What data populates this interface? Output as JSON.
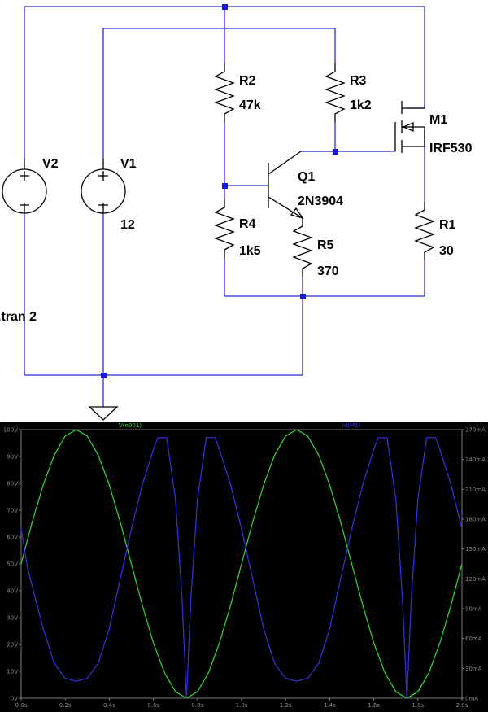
{
  "schematic": {
    "components": {
      "V2": {
        "name": "V2",
        "value": ""
      },
      "V1": {
        "name": "V1",
        "value": "12"
      },
      "R2": {
        "name": "R2",
        "value": "47k"
      },
      "R3": {
        "name": "R3",
        "value": "1k2"
      },
      "R4": {
        "name": "R4",
        "value": "1k5"
      },
      "R5": {
        "name": "R5",
        "value": "370"
      },
      "R1": {
        "name": "R1",
        "value": "30"
      },
      "Q1": {
        "name": "Q1",
        "value": "2N3904"
      },
      "M1": {
        "name": "M1",
        "value": "IRF530"
      }
    },
    "directive": ".tran 2"
  },
  "chart_data": {
    "type": "line",
    "x_ticks": [
      "0.0s",
      "0.2s",
      "0.4s",
      "0.6s",
      "0.8s",
      "1.0s",
      "1.2s",
      "1.4s",
      "1.6s",
      "1.8s",
      "2.0s"
    ],
    "xlim": [
      0,
      2.0
    ],
    "left_axis": {
      "ticks": [
        "0V",
        "10V",
        "20V",
        "30V",
        "40V",
        "50V",
        "60V",
        "70V",
        "80V",
        "90V",
        "100V"
      ],
      "ylim": [
        0,
        100
      ]
    },
    "right_axis": {
      "ticks": [
        "0mA",
        "30mA",
        "60mA",
        "90mA",
        "120mA",
        "150mA",
        "180mA",
        "210mA",
        "240mA",
        "270mA"
      ],
      "ylim": [
        0,
        270
      ]
    },
    "grid": false,
    "series": [
      {
        "name": "V(n001)",
        "axis": "left",
        "color": "#33dd33",
        "x": [
          0,
          0.05,
          0.1,
          0.15,
          0.2,
          0.25,
          0.3,
          0.35,
          0.4,
          0.45,
          0.5,
          0.55,
          0.6,
          0.65,
          0.7,
          0.75,
          0.8,
          0.85,
          0.9,
          0.95,
          1.0,
          1.05,
          1.1,
          1.15,
          1.2,
          1.25,
          1.3,
          1.35,
          1.4,
          1.45,
          1.5,
          1.55,
          1.6,
          1.65,
          1.7,
          1.75,
          1.8,
          1.85,
          1.9,
          1.95,
          2.0
        ],
        "y": [
          50,
          65.5,
          79.4,
          90.5,
          97.6,
          100,
          97.6,
          90.5,
          79.4,
          65.5,
          50,
          34.5,
          20.6,
          9.5,
          2.4,
          0,
          2.4,
          9.5,
          20.6,
          34.5,
          50,
          65.5,
          79.4,
          90.5,
          97.6,
          100,
          97.6,
          90.5,
          79.4,
          65.5,
          50,
          34.5,
          20.6,
          9.5,
          2.4,
          0,
          2.4,
          9.5,
          20.6,
          34.5,
          50
        ]
      },
      {
        "name": "Id(M1)",
        "axis": "right",
        "color": "#3333dd",
        "x": [
          0,
          0.03,
          0.1,
          0.15,
          0.2,
          0.25,
          0.3,
          0.35,
          0.4,
          0.45,
          0.5,
          0.55,
          0.6,
          0.62,
          0.66,
          0.7,
          0.73,
          0.75,
          0.77,
          0.8,
          0.84,
          0.88,
          0.9,
          0.95,
          1.0,
          1.05,
          1.1,
          1.15,
          1.2,
          1.25,
          1.3,
          1.35,
          1.4,
          1.45,
          1.5,
          1.55,
          1.6,
          1.62,
          1.66,
          1.7,
          1.73,
          1.75,
          1.77,
          1.8,
          1.84,
          1.88,
          1.9,
          1.95,
          2.0
        ],
        "y": [
          170,
          130,
          70,
          35,
          20,
          17,
          20,
          35,
          70,
          120,
          170,
          215,
          250,
          262,
          262,
          200,
          100,
          0,
          100,
          200,
          262,
          262,
          250,
          215,
          170,
          120,
          70,
          35,
          20,
          17,
          20,
          35,
          70,
          120,
          170,
          215,
          250,
          262,
          262,
          200,
          100,
          0,
          100,
          200,
          262,
          262,
          250,
          215,
          170
        ]
      }
    ]
  }
}
